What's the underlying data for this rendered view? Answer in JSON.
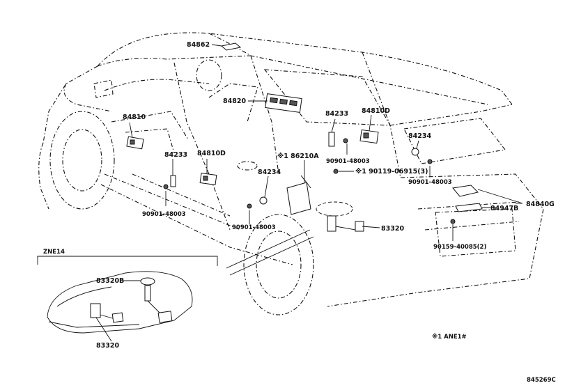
{
  "labels": {
    "p84862": "84862",
    "p84820": "84820",
    "p84810": "84810",
    "p84233_left": "84233",
    "p84810D_mid": "84810D",
    "p84233_right": "84233",
    "p84810D_right": "84810D",
    "p84234_right": "84234",
    "p86210A": "※1 86210A",
    "p90119": "※1 90119-06915(3)",
    "p84234_mid": "84234",
    "p90901_a": "90901-48003",
    "p90901_b": "90901-48003",
    "p90901_c": "90901-48003",
    "p90901_d": "90901-48003",
    "p83320": "83320",
    "p84840G": "84840G",
    "p84947B": "84947B",
    "p90159": "90159-40085(2)",
    "inset_title": "ZNE14",
    "inset_83320B": "83320B",
    "inset_83320": "83320",
    "footnote": "※1 ANE1#",
    "diagram_code": "845269C"
  }
}
